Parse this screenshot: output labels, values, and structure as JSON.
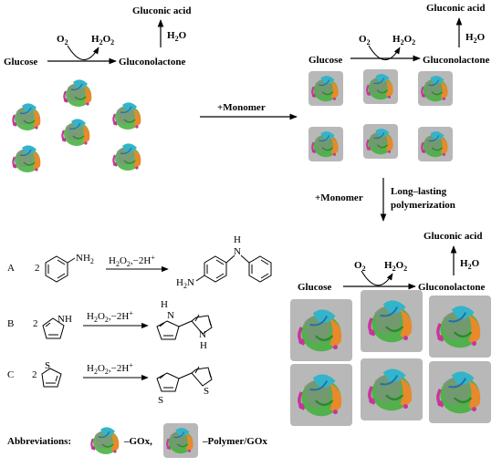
{
  "scheme1": {
    "glucose": "Glucose",
    "o2": "O",
    "o2_sub": "2",
    "h2o2_a": "H",
    "h2o2_sub1": "2",
    "h2o2_b": "O",
    "h2o2_sub2": "2",
    "gluconolactone": "Gluconolactone",
    "h2o": "H",
    "h2o_sub": "2",
    "h2o_b": "O",
    "gluconic_acid": "Gluconic acid"
  },
  "scheme2": {
    "glucose": "Glucose",
    "o2": "O",
    "o2_sub": "2",
    "h2o2_a": "H",
    "h2o2_sub1": "2",
    "h2o2_b": "O",
    "h2o2_sub2": "2",
    "gluconolactone": "Gluconolactone",
    "h2o": "H",
    "h2o_sub": "2",
    "h2o_b": "O",
    "gluconic_acid": "Gluconic acid"
  },
  "scheme3": {
    "glucose": "Glucose",
    "o2": "O",
    "o2_sub": "2",
    "h2o2_a": "H",
    "h2o2_sub1": "2",
    "h2o2_b": "O",
    "h2o2_sub2": "2",
    "gluconolactone": "Gluconolactone",
    "h2o": "H",
    "h2o_sub": "2",
    "h2o_b": "O",
    "gluconic_acid": "Gluconic acid"
  },
  "arrows": {
    "monomer_right": "+Monomer",
    "monomer_down": "+Monomer",
    "long_lasting_1": "Long–lasting",
    "long_lasting_2": "polymerization"
  },
  "reactions": [
    {
      "letter": "A",
      "coef": "2",
      "substituent": "NH",
      "substituent_sub": "2",
      "cond_a": "H",
      "cond_sub1": "2",
      "cond_b": "O",
      "cond_sub2": "2",
      "cond_c": ",−2H",
      "cond_sup": "+",
      "prod_nh": "H",
      "prod_n": "N",
      "prod_h2n_a": "H",
      "prod_h2n_sub": "2",
      "prod_h2n_b": "N"
    },
    {
      "letter": "B",
      "coef": "2",
      "heteroatom": "N",
      "heteroatom_h": "H",
      "cond_a": "H",
      "cond_sub1": "2",
      "cond_b": "O",
      "cond_sub2": "2",
      "cond_c": ",−2H",
      "cond_sup": "+",
      "prod_h1": "H",
      "prod_n1": "N",
      "prod_n2": "N",
      "prod_h2": "H"
    },
    {
      "letter": "C",
      "coef": "2",
      "heteroatom": "S",
      "cond_a": "H",
      "cond_sub1": "2",
      "cond_b": "O",
      "cond_sub2": "2",
      "cond_c": ",−2H",
      "cond_sup": "+",
      "prod_s1": "S",
      "prod_s2": "S"
    }
  ],
  "abbreviations": {
    "label": "Abbreviations:",
    "gox": "–GOx,",
    "polymer_gox": "–Polymer/GOx"
  },
  "colors": {
    "polymer_box": "#b8b8b8",
    "enzyme_green": "#3fae3a",
    "enzyme_orange": "#e8892b",
    "enzyme_cyan": "#34b4c8",
    "enzyme_magenta": "#c8349c",
    "enzyme_grey": "#8a8a8a"
  }
}
